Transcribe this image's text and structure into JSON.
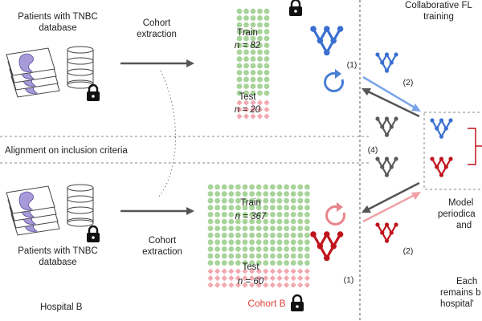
{
  "top": {
    "source": "Patients with TNBC database",
    "extraction": "Cohort extraction",
    "train_label": "Train",
    "train_n": "n = 82",
    "test_label": "Test",
    "test_n": "n = 20",
    "step1": "(1)",
    "step2": "(2)"
  },
  "alignment": "Alignment on inclusion criteria",
  "bottom": {
    "source": "Patients with TNBC database",
    "extraction": "Cohort extraction",
    "train_label": "Train",
    "train_n": "n = 367",
    "test_label": "Test",
    "test_n": "n = 60",
    "cohort": "Cohort B",
    "hospital": "Hospital B",
    "step1": "(1)",
    "step2": "(2)"
  },
  "right": {
    "collab": "Collaborative FL training",
    "step4": "(4)",
    "model_text": [
      "Model",
      "periodica",
      "and"
    ],
    "each_text": [
      "Each",
      "remains b",
      "hospital'"
    ]
  },
  "colors": {
    "blue": "#3a6fd0",
    "red": "#c0141c",
    "gray": "#5a5a5a",
    "green": "#a8d39a",
    "pink": "#f2a8b0",
    "arrow_blue": "#7aa4e8",
    "arrow_pink": "#f0a0a6"
  },
  "icons": [
    "document-stack-icon",
    "database-icon",
    "lock-icon",
    "model-network-icon",
    "refresh-icon"
  ]
}
